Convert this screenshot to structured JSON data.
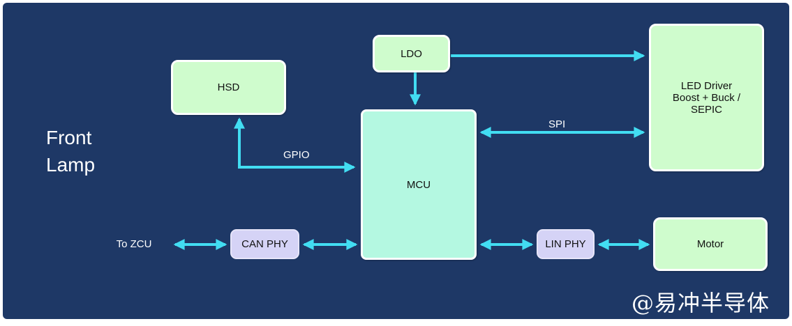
{
  "colors": {
    "background": "#1e3866",
    "page": "#ffffff",
    "block_green": "#cffccd",
    "block_mint": "#b4f8e1",
    "block_lavender": "#d5d3f6",
    "arrow": "#42ddf2",
    "block_border": "#ffffff",
    "text_dark": "#111111",
    "text_light": "#ffffff"
  },
  "diagram": {
    "title": "Front Lamp",
    "watermark": "@易冲半导体",
    "blocks": {
      "hsd": "HSD",
      "ldo": "LDO",
      "mcu": "MCU",
      "led_driver": "LED Driver\nBoost + Buck /\nSEPIC",
      "can_phy": "CAN PHY",
      "lin_phy": "LIN PHY",
      "motor": "Motor"
    },
    "bus_labels": {
      "gpio": "GPIO",
      "spi": "SPI",
      "to_zcu": "To ZCU"
    }
  }
}
